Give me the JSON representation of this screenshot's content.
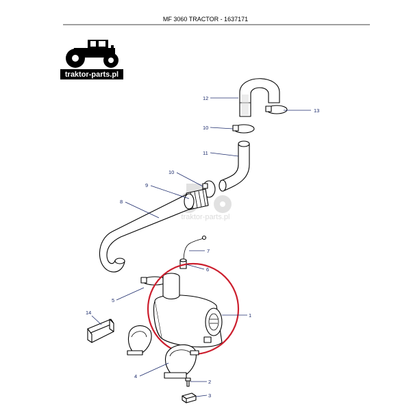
{
  "header": {
    "title": "MF 3060 TRACTOR - 1637171"
  },
  "logo": {
    "text": "traktor-parts.pl"
  },
  "watermark": {
    "text": "traktor-parts.pl"
  },
  "callouts": {
    "c1": "1",
    "c2": "2",
    "c3": "3",
    "c4": "4",
    "c5": "5",
    "c6": "6",
    "c7": "7",
    "c8": "8",
    "c9": "9",
    "c10a": "10",
    "c10b": "10",
    "c11": "11",
    "c12": "12",
    "c13": "13",
    "c14": "14"
  },
  "colors": {
    "highlight": "#cc1f2e",
    "callout": "#1b2a6b"
  }
}
